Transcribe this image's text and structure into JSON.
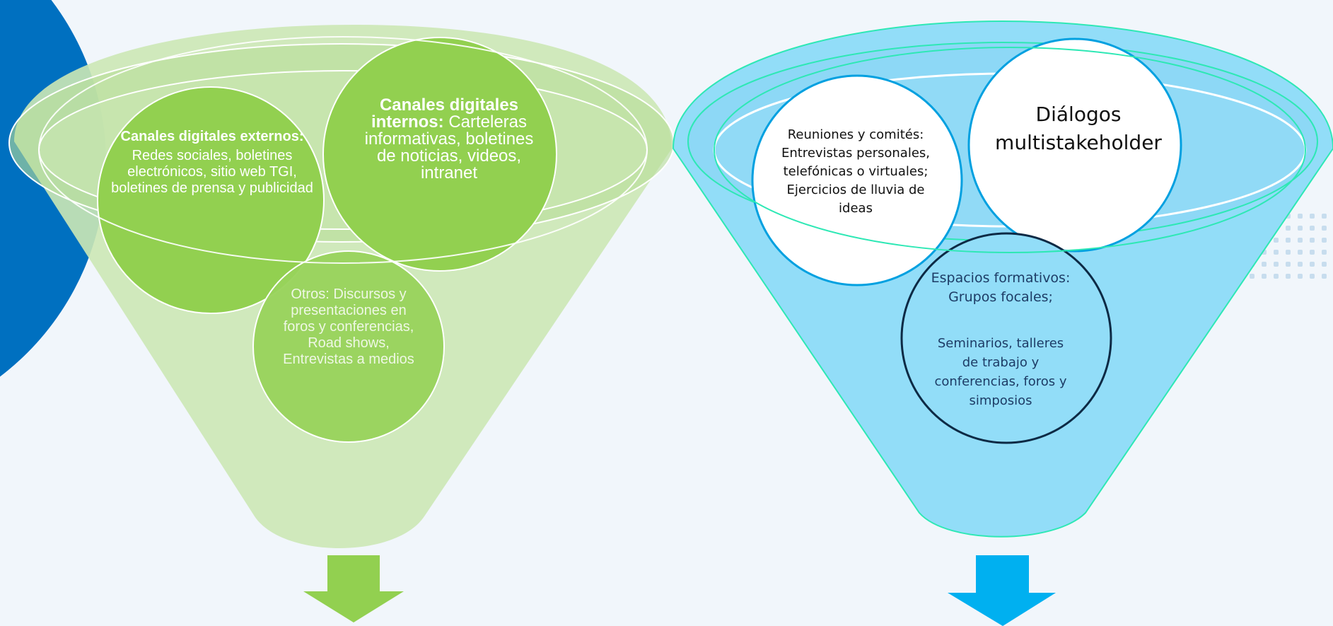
{
  "colors": {
    "background": "#f1f6fb",
    "accent_blue_dark": "#0070c0",
    "green_funnel": "#cce8b5",
    "green_circle": "#92d050",
    "blue_funnel": "#92ddf8",
    "blue_arrow": "#00b0f0",
    "white_circle": "#ffffff"
  },
  "left_funnel": {
    "arrow_icon": "arrow-down-green",
    "circles": {
      "externos": {
        "heading": "Canales digitales externos:",
        "body": "Redes sociales, boletines electrónicos, sitio web TGI, boletines de prensa y publicidad"
      },
      "internos": {
        "heading": "Canales digitales internos:",
        "body": "Carteleras informativas, boletines de noticias, videos, intranet"
      },
      "otros": {
        "body": "Otros: Discursos y presentaciones en foros y conferencias, Road shows, Entrevistas a medios"
      }
    }
  },
  "right_funnel": {
    "arrow_icon": "arrow-down-blue",
    "circles": {
      "reuniones": {
        "body": "Reuniones y comités: Entrevistas personales, telefónicas o virtuales; Ejercicios de lluvia de ideas"
      },
      "dialogos": {
        "body": "Diálogos multistakeholder"
      },
      "espacios": {
        "heading": "Espacios formativos: Grupos focales;",
        "body": "Seminarios, talleres de trabajo y conferencias, foros y simposios"
      }
    }
  }
}
